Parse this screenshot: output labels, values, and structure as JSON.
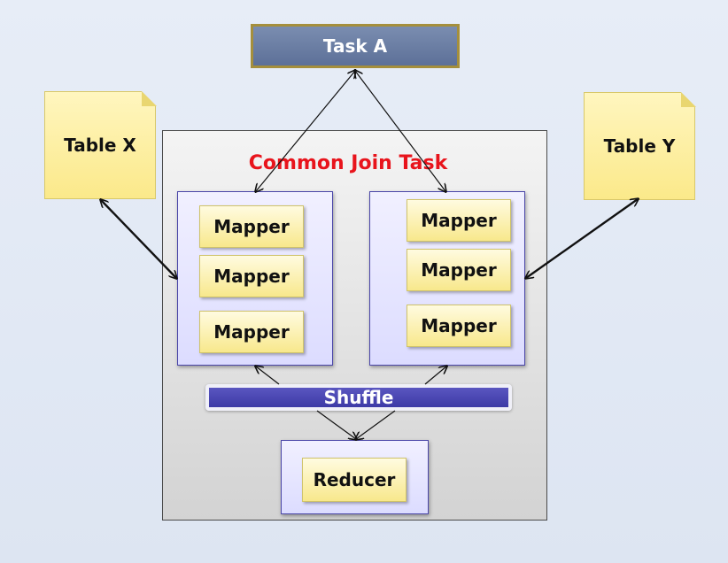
{
  "task_a": {
    "label": "Task A"
  },
  "table_x": {
    "label": "Table X"
  },
  "table_y": {
    "label": "Table Y"
  },
  "common_join": {
    "title": "Common Join Task",
    "left_mappers": [
      "Mapper",
      "Mapper",
      "Mapper"
    ],
    "right_mappers": [
      "Mapper",
      "Mapper",
      "Mapper"
    ],
    "shuffle": "Shuffle",
    "reducer": "Reducer"
  },
  "colors": {
    "title": "#e8141c",
    "task_a_fill": "#5d7098",
    "task_a_border": "#a58f3c",
    "shuffle_fill": "#3d3aa6",
    "box_fill": "#f8e88c"
  }
}
